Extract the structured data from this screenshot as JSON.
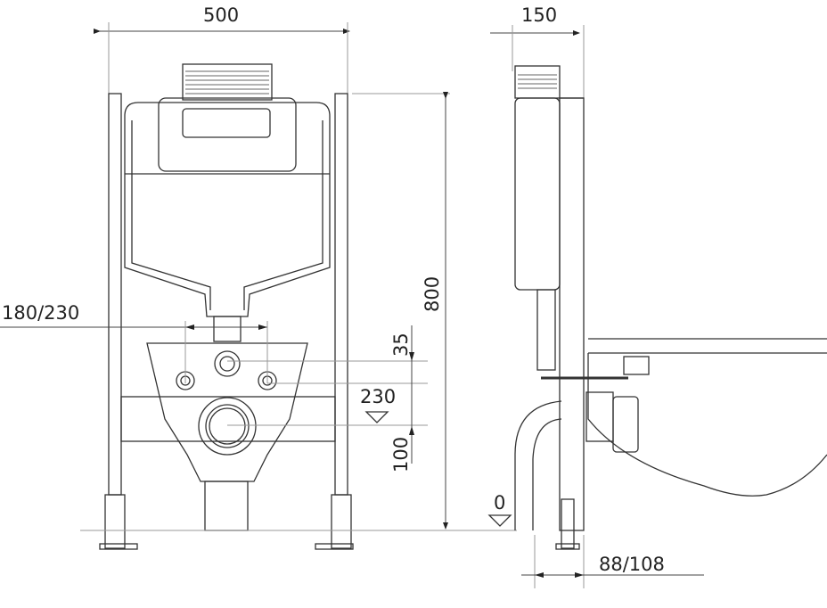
{
  "dimensions": {
    "front_width": "500",
    "side_depth": "150",
    "height": "800",
    "bolt_spacing": "180/230",
    "flush_pipe_offset": "35",
    "bolt_height": "230",
    "drain_offset": "100",
    "floor_level": "0",
    "drain_projection": "88/108"
  }
}
